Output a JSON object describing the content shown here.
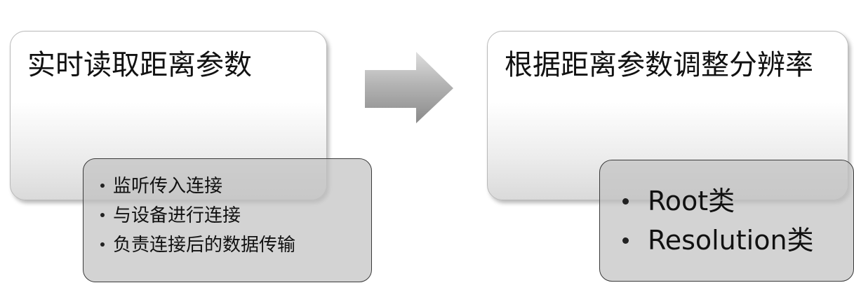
{
  "steps": [
    {
      "title": "实时读取距离参数",
      "details": [
        "监听传入连接",
        "与设备进行连接",
        "负责连接后的数据传输"
      ]
    },
    {
      "title": "根据距离参数调整分辨率",
      "details": [
        "Root类",
        "Resolution类"
      ]
    }
  ],
  "connector": {
    "icon": "right-arrow-icon"
  }
}
